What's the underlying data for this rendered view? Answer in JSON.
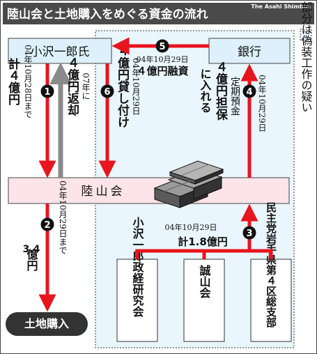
{
  "title": "陸山会と土地購入をめぐる資金の流れ",
  "credit": "The Asahi Shimbun",
  "legend": {
    "label": "部分は偽装工作の疑い"
  },
  "nodes": {
    "ozawa": "小沢一郎氏",
    "bank": "銀行",
    "rikuzankai": "陸山会",
    "land": "土地購入",
    "politics_org": "小沢一郎政経研究会",
    "seizankai": "誠山会",
    "dpj": "民主党岩手県第４区総支部"
  },
  "flows": {
    "f1": {
      "num": "1",
      "amount": "計４億円",
      "date": "04年10月28日まで"
    },
    "f2": {
      "num": "2",
      "amount": "3.4億円",
      "date": "04年10月29日まで"
    },
    "f3": {
      "num": "3",
      "date": "04年10月29日",
      "amount": "計1.8億円"
    },
    "f4": {
      "num": "4",
      "desc": "定期預金４億円担保に入れる",
      "date": "04年10月29日"
    },
    "f5": {
      "num": "5",
      "date": "04年10月29日",
      "amount": "４億円融資"
    },
    "f6": {
      "num": "6",
      "amount": "４億円貸し付け",
      "date": "04年10月29日"
    },
    "f7": {
      "amount": "４億円返却",
      "date": "07年に"
    }
  },
  "colors": {
    "title_bar": "#4a4a4a",
    "arrow_red": "#e8141e",
    "arrow_gray": "#8a8a8a",
    "node_pink": "#fce4ea",
    "node_blue": "#ddf0fb",
    "dotted_region": "#eaf6fd",
    "land_pill": "#333333"
  }
}
